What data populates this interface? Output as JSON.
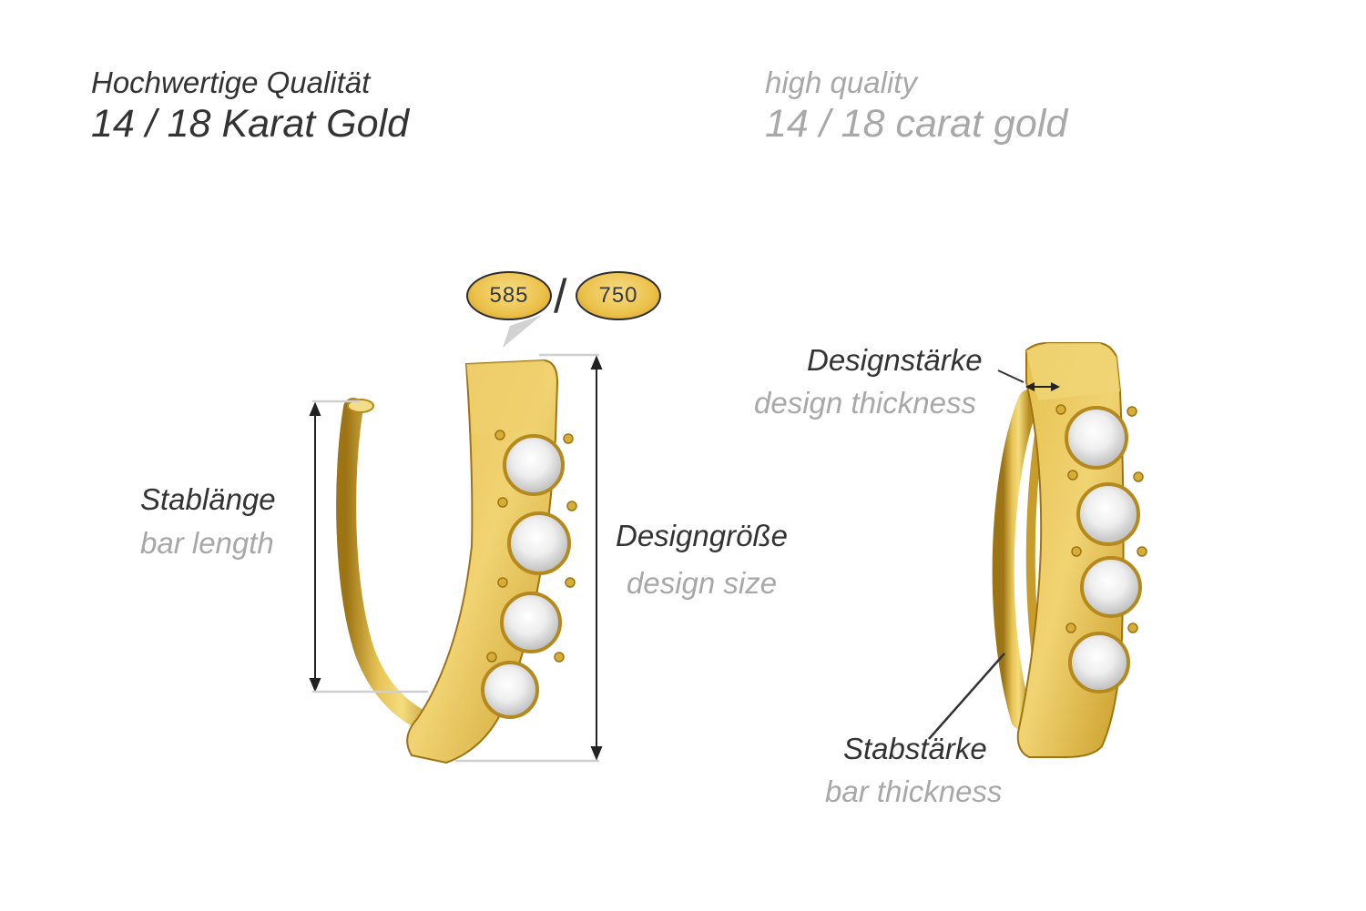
{
  "header": {
    "de_subtitle": "Hochwertige Qualität",
    "de_title": "14 / 18 Karat Gold",
    "en_subtitle": "high quality",
    "en_title": "14 / 18 carat gold"
  },
  "hallmarks": {
    "left": "585",
    "separator": "/",
    "right": "750"
  },
  "labels": {
    "bar_length_de": "Stablänge",
    "bar_length_en": "bar length",
    "design_size_de": "Designgröße",
    "design_size_en": "design size",
    "design_thickness_de": "Designstärke",
    "design_thickness_en": "design thickness",
    "bar_thickness_de": "Stabstärke",
    "bar_thickness_en": "bar thickness"
  },
  "colors": {
    "dark_text": "#333333",
    "grey_text": "#a8a8a8",
    "gold": "#d9b23a",
    "gold_dark": "#a8801a",
    "hallmark_fill": "#ecc14a"
  }
}
